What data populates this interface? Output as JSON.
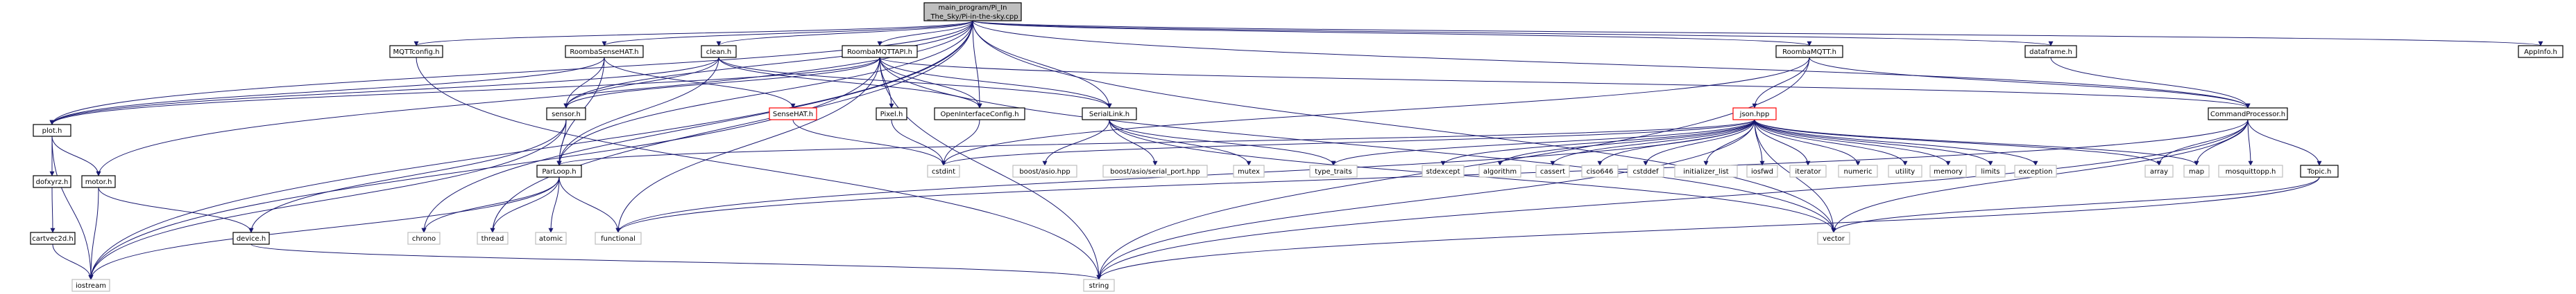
{
  "nodes": [
    {
      "id": "main",
      "lines": [
        "main_program/Pi_In",
        "_The_Sky/Pi-in-the-sky.cpp"
      ],
      "fill": "#bfbfbf",
      "stroke": "#000000",
      "link": false
    },
    {
      "id": "plot_h",
      "lines": [
        "plot.h"
      ],
      "fill": "#ffffff",
      "stroke": "#000000",
      "link": true
    },
    {
      "id": "mqttconfig_h",
      "lines": [
        "MQTTconfig.h"
      ],
      "fill": "#ffffff",
      "stroke": "#000000",
      "link": true
    },
    {
      "id": "roombasensehat_h",
      "lines": [
        "RoombaSenseHAT.h"
      ],
      "fill": "#ffffff",
      "stroke": "#000000",
      "link": true
    },
    {
      "id": "clean_h",
      "lines": [
        "clean.h"
      ],
      "fill": "#ffffff",
      "stroke": "#000000",
      "link": true
    },
    {
      "id": "roombamqttapi_h",
      "lines": [
        "RoombaMQTTAPI.h"
      ],
      "fill": "#ffffff",
      "stroke": "#000000",
      "link": true
    },
    {
      "id": "roombamqtt_h",
      "lines": [
        "RoombaMQTT.h"
      ],
      "fill": "#ffffff",
      "stroke": "#000000",
      "link": true
    },
    {
      "id": "dataframe_h",
      "lines": [
        "dataframe.h"
      ],
      "fill": "#ffffff",
      "stroke": "#000000",
      "link": true
    },
    {
      "id": "appinfo_h",
      "lines": [
        "AppInfo.h"
      ],
      "fill": "#ffffff",
      "stroke": "#000000",
      "link": true
    },
    {
      "id": "sensehat_h",
      "lines": [
        "SenseHAT.h"
      ],
      "fill": "#ffffff",
      "stroke": "#ff0000",
      "link": false
    },
    {
      "id": "pixel_h",
      "lines": [
        "Pixel.h"
      ],
      "fill": "#ffffff",
      "stroke": "#000000",
      "link": true
    },
    {
      "id": "openinterfaceconfig_h",
      "lines": [
        "OpenInterfaceConfig.h"
      ],
      "fill": "#ffffff",
      "stroke": "#000000",
      "link": true
    },
    {
      "id": "seriallink_h",
      "lines": [
        "SerialLink.h"
      ],
      "fill": "#ffffff",
      "stroke": "#000000",
      "link": true
    },
    {
      "id": "sensor_h",
      "lines": [
        "sensor.h"
      ],
      "fill": "#ffffff",
      "stroke": "#000000",
      "link": true
    },
    {
      "id": "json_hpp",
      "lines": [
        "json.hpp"
      ],
      "fill": "#ffffff",
      "stroke": "#ff0000",
      "link": false
    },
    {
      "id": "commandprocessor_h",
      "lines": [
        "CommandProcessor.h"
      ],
      "fill": "#ffffff",
      "stroke": "#000000",
      "link": true
    },
    {
      "id": "dofxyrz_h",
      "lines": [
        "dofxyrz.h"
      ],
      "fill": "#ffffff",
      "stroke": "#000000",
      "link": true
    },
    {
      "id": "motor_h",
      "lines": [
        "motor.h"
      ],
      "fill": "#ffffff",
      "stroke": "#000000",
      "link": true
    },
    {
      "id": "parloop_h",
      "lines": [
        "ParLoop.h"
      ],
      "fill": "#ffffff",
      "stroke": "#000000",
      "link": true
    },
    {
      "id": "cstdint",
      "lines": [
        "cstdint"
      ],
      "fill": "#ffffff",
      "stroke": "#bfbfbf",
      "link": false
    },
    {
      "id": "boost_asio",
      "lines": [
        "boost/asio.hpp"
      ],
      "fill": "#ffffff",
      "stroke": "#bfbfbf",
      "link": false
    },
    {
      "id": "boost_serial",
      "lines": [
        "boost/asio/serial_port.hpp"
      ],
      "fill": "#ffffff",
      "stroke": "#bfbfbf",
      "link": false
    },
    {
      "id": "mutex",
      "lines": [
        "mutex"
      ],
      "fill": "#ffffff",
      "stroke": "#bfbfbf",
      "link": false
    },
    {
      "id": "type_traits",
      "lines": [
        "type_traits"
      ],
      "fill": "#ffffff",
      "stroke": "#bfbfbf",
      "link": false
    },
    {
      "id": "stdexcept",
      "lines": [
        "stdexcept"
      ],
      "fill": "#ffffff",
      "stroke": "#bfbfbf",
      "link": false
    },
    {
      "id": "algorithm",
      "lines": [
        "algorithm"
      ],
      "fill": "#ffffff",
      "stroke": "#bfbfbf",
      "link": false
    },
    {
      "id": "cassert",
      "lines": [
        "cassert"
      ],
      "fill": "#ffffff",
      "stroke": "#bfbfbf",
      "link": false
    },
    {
      "id": "ciso646",
      "lines": [
        "ciso646"
      ],
      "fill": "#ffffff",
      "stroke": "#bfbfbf",
      "link": false
    },
    {
      "id": "cstddef",
      "lines": [
        "cstddef"
      ],
      "fill": "#ffffff",
      "stroke": "#bfbfbf",
      "link": false
    },
    {
      "id": "initializer_list",
      "lines": [
        "initializer_list"
      ],
      "fill": "#ffffff",
      "stroke": "#bfbfbf",
      "link": false
    },
    {
      "id": "iosfwd",
      "lines": [
        "iosfwd"
      ],
      "fill": "#ffffff",
      "stroke": "#bfbfbf",
      "link": false
    },
    {
      "id": "iterator",
      "lines": [
        "iterator"
      ],
      "fill": "#ffffff",
      "stroke": "#bfbfbf",
      "link": false
    },
    {
      "id": "numeric",
      "lines": [
        "numeric"
      ],
      "fill": "#ffffff",
      "stroke": "#bfbfbf",
      "link": false
    },
    {
      "id": "utility",
      "lines": [
        "utility"
      ],
      "fill": "#ffffff",
      "stroke": "#bfbfbf",
      "link": false
    },
    {
      "id": "memory",
      "lines": [
        "memory"
      ],
      "fill": "#ffffff",
      "stroke": "#bfbfbf",
      "link": false
    },
    {
      "id": "limits",
      "lines": [
        "limits"
      ],
      "fill": "#ffffff",
      "stroke": "#bfbfbf",
      "link": false
    },
    {
      "id": "exception",
      "lines": [
        "exception"
      ],
      "fill": "#ffffff",
      "stroke": "#bfbfbf",
      "link": false
    },
    {
      "id": "array",
      "lines": [
        "array"
      ],
      "fill": "#ffffff",
      "stroke": "#bfbfbf",
      "link": false
    },
    {
      "id": "map",
      "lines": [
        "map"
      ],
      "fill": "#ffffff",
      "stroke": "#bfbfbf",
      "link": false
    },
    {
      "id": "mosquittopp_h",
      "lines": [
        "mosquittopp.h"
      ],
      "fill": "#ffffff",
      "stroke": "#bfbfbf",
      "link": false
    },
    {
      "id": "topic_h",
      "lines": [
        "Topic.h"
      ],
      "fill": "#ffffff",
      "stroke": "#000000",
      "link": true
    },
    {
      "id": "cartvec2d_h",
      "lines": [
        "cartvec2d.h"
      ],
      "fill": "#ffffff",
      "stroke": "#000000",
      "link": true
    },
    {
      "id": "device_h",
      "lines": [
        "device.h"
      ],
      "fill": "#ffffff",
      "stroke": "#000000",
      "link": true
    },
    {
      "id": "chrono",
      "lines": [
        "chrono"
      ],
      "fill": "#ffffff",
      "stroke": "#bfbfbf",
      "link": false
    },
    {
      "id": "thread",
      "lines": [
        "thread"
      ],
      "fill": "#ffffff",
      "stroke": "#bfbfbf",
      "link": false
    },
    {
      "id": "atomic",
      "lines": [
        "atomic"
      ],
      "fill": "#ffffff",
      "stroke": "#bfbfbf",
      "link": false
    },
    {
      "id": "functional",
      "lines": [
        "functional"
      ],
      "fill": "#ffffff",
      "stroke": "#bfbfbf",
      "link": false
    },
    {
      "id": "vector",
      "lines": [
        "vector"
      ],
      "fill": "#ffffff",
      "stroke": "#bfbfbf",
      "link": false
    },
    {
      "id": "iostream",
      "lines": [
        "iostream"
      ],
      "fill": "#ffffff",
      "stroke": "#bfbfbf",
      "link": false
    },
    {
      "id": "string",
      "lines": [
        "string"
      ],
      "fill": "#ffffff",
      "stroke": "#bfbfbf",
      "link": false
    }
  ],
  "edges": [
    [
      "main",
      "plot_h"
    ],
    [
      "main",
      "mqttconfig_h"
    ],
    [
      "main",
      "roombasensehat_h"
    ],
    [
      "main",
      "clean_h"
    ],
    [
      "main",
      "roombamqttapi_h"
    ],
    [
      "main",
      "roombamqtt_h"
    ],
    [
      "main",
      "dataframe_h"
    ],
    [
      "main",
      "appinfo_h"
    ],
    [
      "main",
      "openinterfaceconfig_h"
    ],
    [
      "main",
      "seriallink_h"
    ],
    [
      "main",
      "sensor_h"
    ],
    [
      "main",
      "motor_h"
    ],
    [
      "main",
      "parloop_h"
    ],
    [
      "main",
      "chrono"
    ],
    [
      "main",
      "thread"
    ],
    [
      "main",
      "iostream"
    ],
    [
      "main",
      "vector"
    ],
    [
      "main",
      "commandprocessor_h"
    ],
    [
      "plot_h",
      "dofxyrz_h"
    ],
    [
      "plot_h",
      "motor_h"
    ],
    [
      "plot_h",
      "iostream"
    ],
    [
      "dofxyrz_h",
      "cartvec2d_h"
    ],
    [
      "cartvec2d_h",
      "iostream"
    ],
    [
      "motor_h",
      "device_h"
    ],
    [
      "motor_h",
      "iostream"
    ],
    [
      "device_h",
      "string"
    ],
    [
      "mqttconfig_h",
      "string"
    ],
    [
      "roombasensehat_h",
      "sensehat_h"
    ],
    [
      "roombasensehat_h",
      "plot_h"
    ],
    [
      "roombasensehat_h",
      "sensor_h"
    ],
    [
      "roombasensehat_h",
      "parloop_h"
    ],
    [
      "clean_h",
      "plot_h"
    ],
    [
      "clean_h",
      "sensor_h"
    ],
    [
      "clean_h",
      "parloop_h"
    ],
    [
      "clean_h",
      "seriallink_h"
    ],
    [
      "clean_h",
      "openinterfaceconfig_h"
    ],
    [
      "roombamqttapi_h",
      "plot_h"
    ],
    [
      "roombamqttapi_h",
      "pixel_h"
    ],
    [
      "roombamqttapi_h",
      "openinterfaceconfig_h"
    ],
    [
      "roombamqttapi_h",
      "seriallink_h"
    ],
    [
      "roombamqttapi_h",
      "sensor_h"
    ],
    [
      "roombamqttapi_h",
      "functional"
    ],
    [
      "roombamqttapi_h",
      "iostream"
    ],
    [
      "roombamqttapi_h",
      "string"
    ],
    [
      "roombamqttapi_h",
      "commandprocessor_h"
    ],
    [
      "roombamqttapi_h",
      "vector"
    ],
    [
      "roombamqtt_h",
      "json_hpp"
    ],
    [
      "roombamqtt_h",
      "commandprocessor_h"
    ],
    [
      "roombamqtt_h",
      "cstdint"
    ],
    [
      "roombamqtt_h",
      "string"
    ],
    [
      "dataframe_h",
      "commandprocessor_h"
    ],
    [
      "sensehat_h",
      "cstdint"
    ],
    [
      "pixel_h",
      "cstdint"
    ],
    [
      "openinterfaceconfig_h",
      "cstdint"
    ],
    [
      "seriallink_h",
      "boost_asio"
    ],
    [
      "seriallink_h",
      "boost_serial"
    ],
    [
      "seriallink_h",
      "mutex"
    ],
    [
      "seriallink_h",
      "type_traits"
    ],
    [
      "seriallink_h",
      "vector"
    ],
    [
      "sensor_h",
      "parloop_h"
    ],
    [
      "sensor_h",
      "device_h"
    ],
    [
      "sensor_h",
      "iostream"
    ],
    [
      "parloop_h",
      "chrono"
    ],
    [
      "parloop_h",
      "thread"
    ],
    [
      "parloop_h",
      "atomic"
    ],
    [
      "parloop_h",
      "functional"
    ],
    [
      "parloop_h",
      "iostream"
    ],
    [
      "json_hpp",
      "parloop_h"
    ],
    [
      "json_hpp",
      "type_traits"
    ],
    [
      "json_hpp",
      "stdexcept"
    ],
    [
      "json_hpp",
      "algorithm"
    ],
    [
      "json_hpp",
      "cassert"
    ],
    [
      "json_hpp",
      "ciso646"
    ],
    [
      "json_hpp",
      "cstddef"
    ],
    [
      "json_hpp",
      "initializer_list"
    ],
    [
      "json_hpp",
      "iosfwd"
    ],
    [
      "json_hpp",
      "iterator"
    ],
    [
      "json_hpp",
      "numeric"
    ],
    [
      "json_hpp",
      "utility"
    ],
    [
      "json_hpp",
      "memory"
    ],
    [
      "json_hpp",
      "limits"
    ],
    [
      "json_hpp",
      "exception"
    ],
    [
      "json_hpp",
      "array"
    ],
    [
      "json_hpp",
      "map"
    ],
    [
      "json_hpp",
      "vector"
    ],
    [
      "json_hpp",
      "functional"
    ],
    [
      "json_hpp",
      "string"
    ],
    [
      "json_hpp",
      "cstdint"
    ],
    [
      "commandprocessor_h",
      "map"
    ],
    [
      "commandprocessor_h",
      "mosquittopp_h"
    ],
    [
      "commandprocessor_h",
      "topic_h"
    ],
    [
      "commandprocessor_h",
      "vector"
    ],
    [
      "commandprocessor_h",
      "functional"
    ],
    [
      "commandprocessor_h",
      "string"
    ],
    [
      "commandprocessor_h",
      "array"
    ],
    [
      "topic_h",
      "vector"
    ],
    [
      "topic_h",
      "string"
    ]
  ]
}
